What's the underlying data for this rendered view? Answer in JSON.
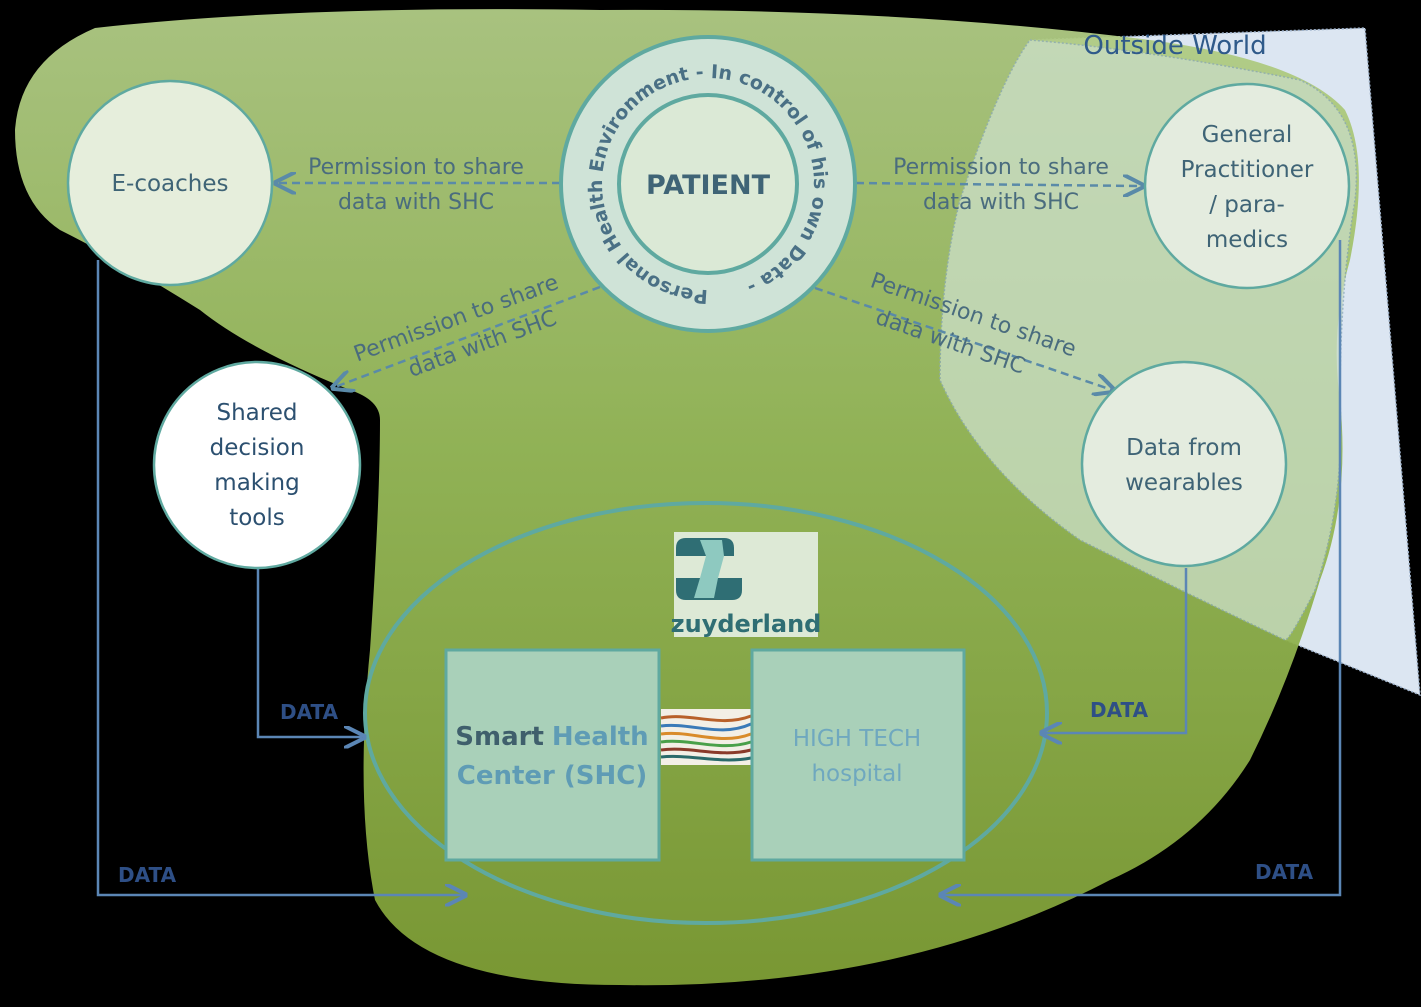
{
  "outside_world": "Outside World",
  "patient": {
    "center": "PATIENT",
    "ring_text": "Personal Health Environment - In control of his own Data -"
  },
  "nodes": {
    "ecoaches": [
      "E-coaches"
    ],
    "gp": [
      "General",
      "Practitioner",
      "/ para-",
      "medics"
    ],
    "shared": [
      "Shared",
      "decision",
      "making",
      "tools"
    ],
    "wearables": [
      "Data from",
      "wearables"
    ]
  },
  "permission": [
    "Permission to share",
    "data with SHC"
  ],
  "data_label": "DATA",
  "logo_text": "zuyderland",
  "shc": {
    "smart": "Smart",
    "health": "Health",
    "center": "Center (SHC)"
  },
  "hospital": [
    "HIGH TECH",
    "hospital"
  ],
  "colors": {
    "green_light": "#a8c67a",
    "green_dark": "#7e9e3a",
    "teal": "#5fa9a0",
    "outside": "#dce6f2",
    "arrow": "#5b86b5",
    "dash": "#5a8aa8"
  }
}
